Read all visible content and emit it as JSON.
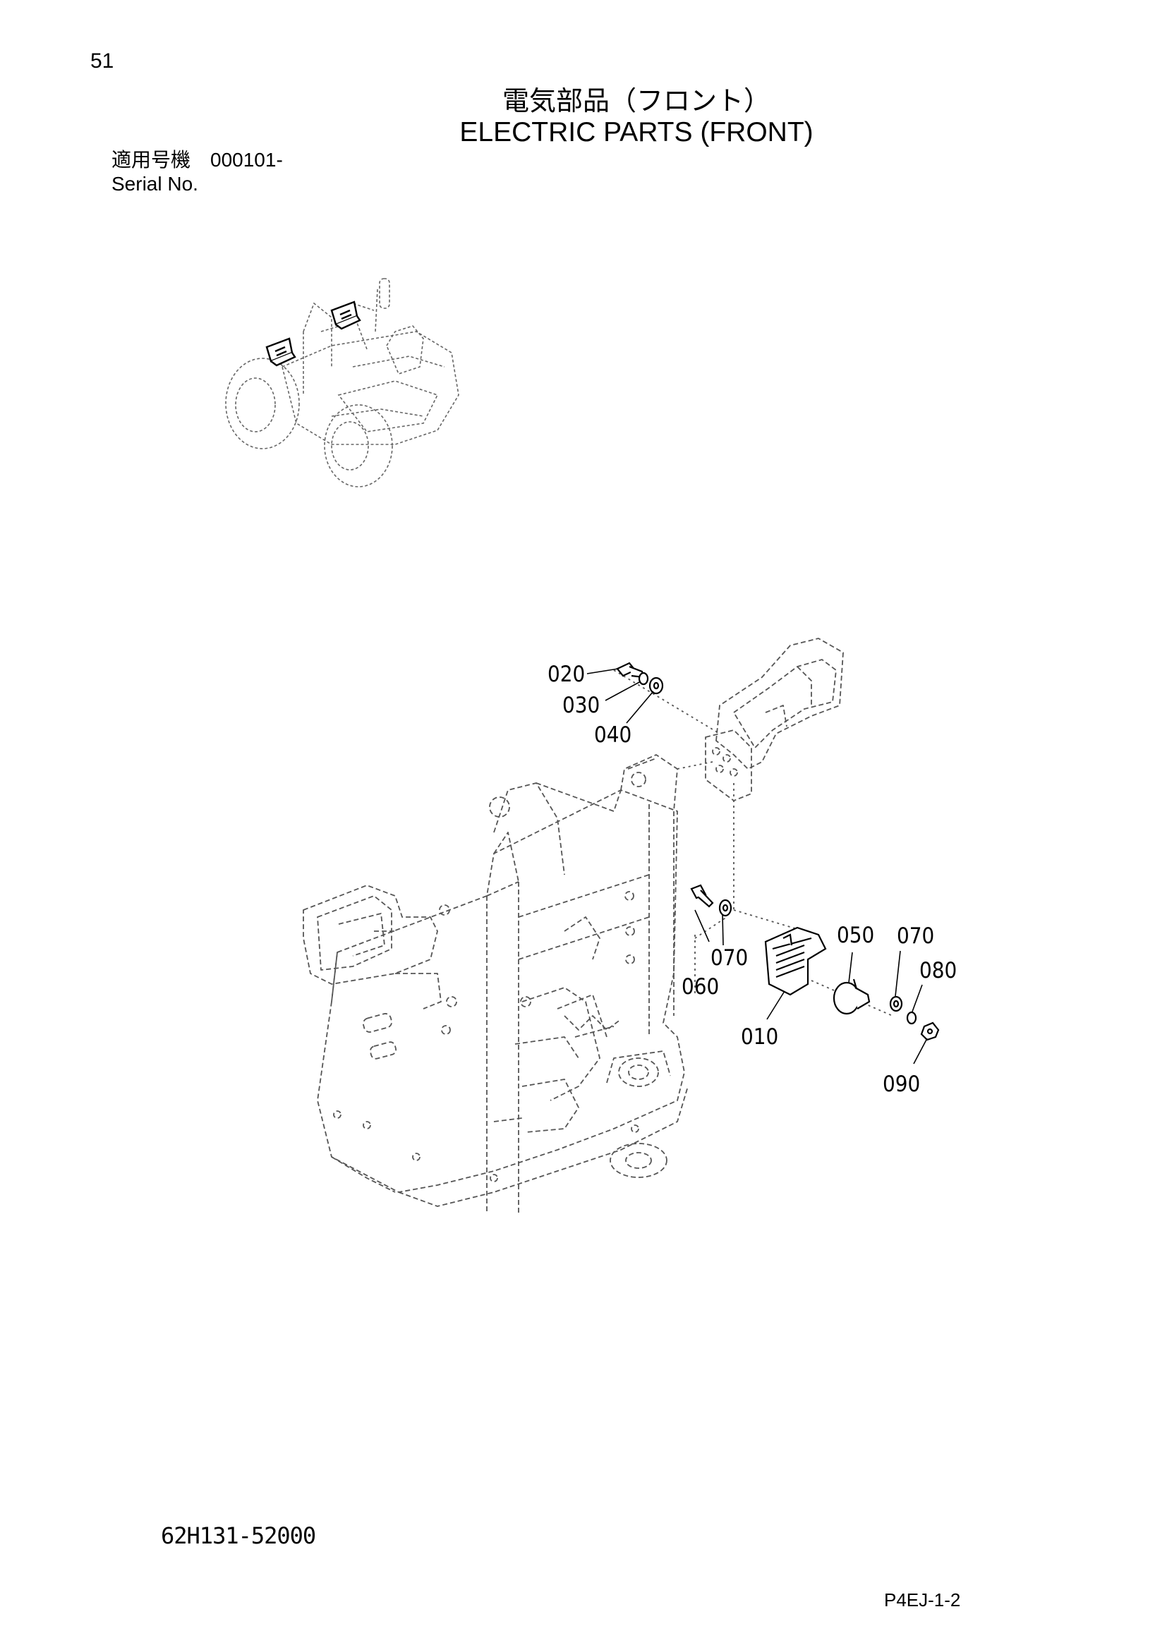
{
  "header": {
    "page_number": "51",
    "title_ja": "電気部品（フロント）",
    "title_en": "ELECTRIC PARTS (FRONT)",
    "serial_label_ja": "適用号機",
    "serial_value": "000101-",
    "serial_label_en": "Serial No."
  },
  "callouts": [
    {
      "id": "c020",
      "label": "020"
    },
    {
      "id": "c030",
      "label": "030"
    },
    {
      "id": "c040",
      "label": "040"
    },
    {
      "id": "c050",
      "label": "050"
    },
    {
      "id": "c070a",
      "label": "070"
    },
    {
      "id": "c070b",
      "label": "070"
    },
    {
      "id": "c080",
      "label": "080"
    },
    {
      "id": "c060",
      "label": "060"
    },
    {
      "id": "c010",
      "label": "010"
    },
    {
      "id": "c090",
      "label": "090"
    }
  ],
  "footer": {
    "drawing_code": "62H131-52000",
    "page_code": "P4EJ-1-2"
  }
}
